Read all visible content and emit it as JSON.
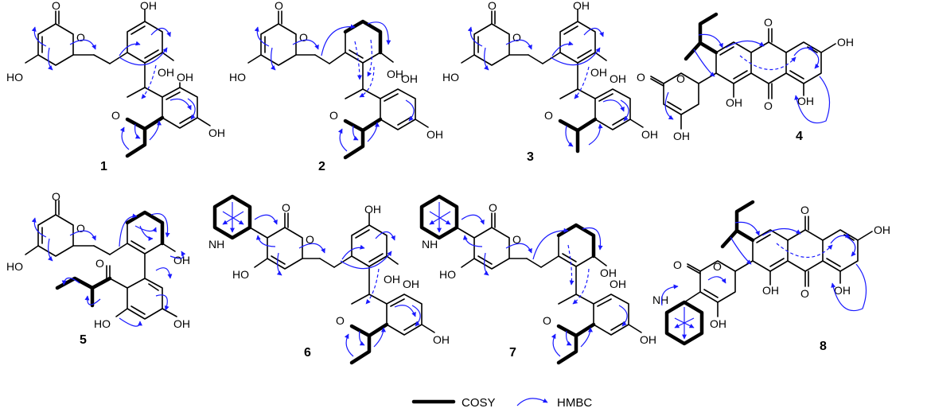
{
  "compounds": [
    {
      "id": "1",
      "labels": [
        "O",
        "O",
        "HO",
        "OH",
        "OH",
        "OH",
        "O",
        "OH"
      ]
    },
    {
      "id": "2",
      "labels": [
        "O",
        "O",
        "HO",
        "O",
        "OH",
        "OH",
        "OH"
      ]
    },
    {
      "id": "3",
      "labels": [
        "O",
        "O",
        "HO",
        "OH",
        "OH",
        "OH",
        "O",
        "OH"
      ]
    },
    {
      "id": "4",
      "labels": [
        "O",
        "OH",
        "O",
        "O",
        "OH",
        "O",
        "OH",
        "OH"
      ]
    },
    {
      "id": "5",
      "labels": [
        "O",
        "O",
        "HO",
        "OH",
        "O",
        "HO",
        "OH"
      ]
    },
    {
      "id": "6",
      "labels": [
        "NH",
        "O",
        "O",
        "OH",
        "HO",
        "OH",
        "OH",
        "O",
        "OH"
      ]
    },
    {
      "id": "7",
      "labels": [
        "NH",
        "O",
        "O",
        "HO",
        "OH",
        "OH",
        "O",
        "OH"
      ]
    },
    {
      "id": "8",
      "labels": [
        "O",
        "OH",
        "O",
        "O",
        "NH",
        "OH",
        "OH",
        "O",
        "OH"
      ]
    }
  ],
  "legend": {
    "cosy_label": "COSY",
    "hmbc_label": "HMBC"
  },
  "colors": {
    "bond": "#000000",
    "hmbc_arrow": "#1a1aff"
  }
}
